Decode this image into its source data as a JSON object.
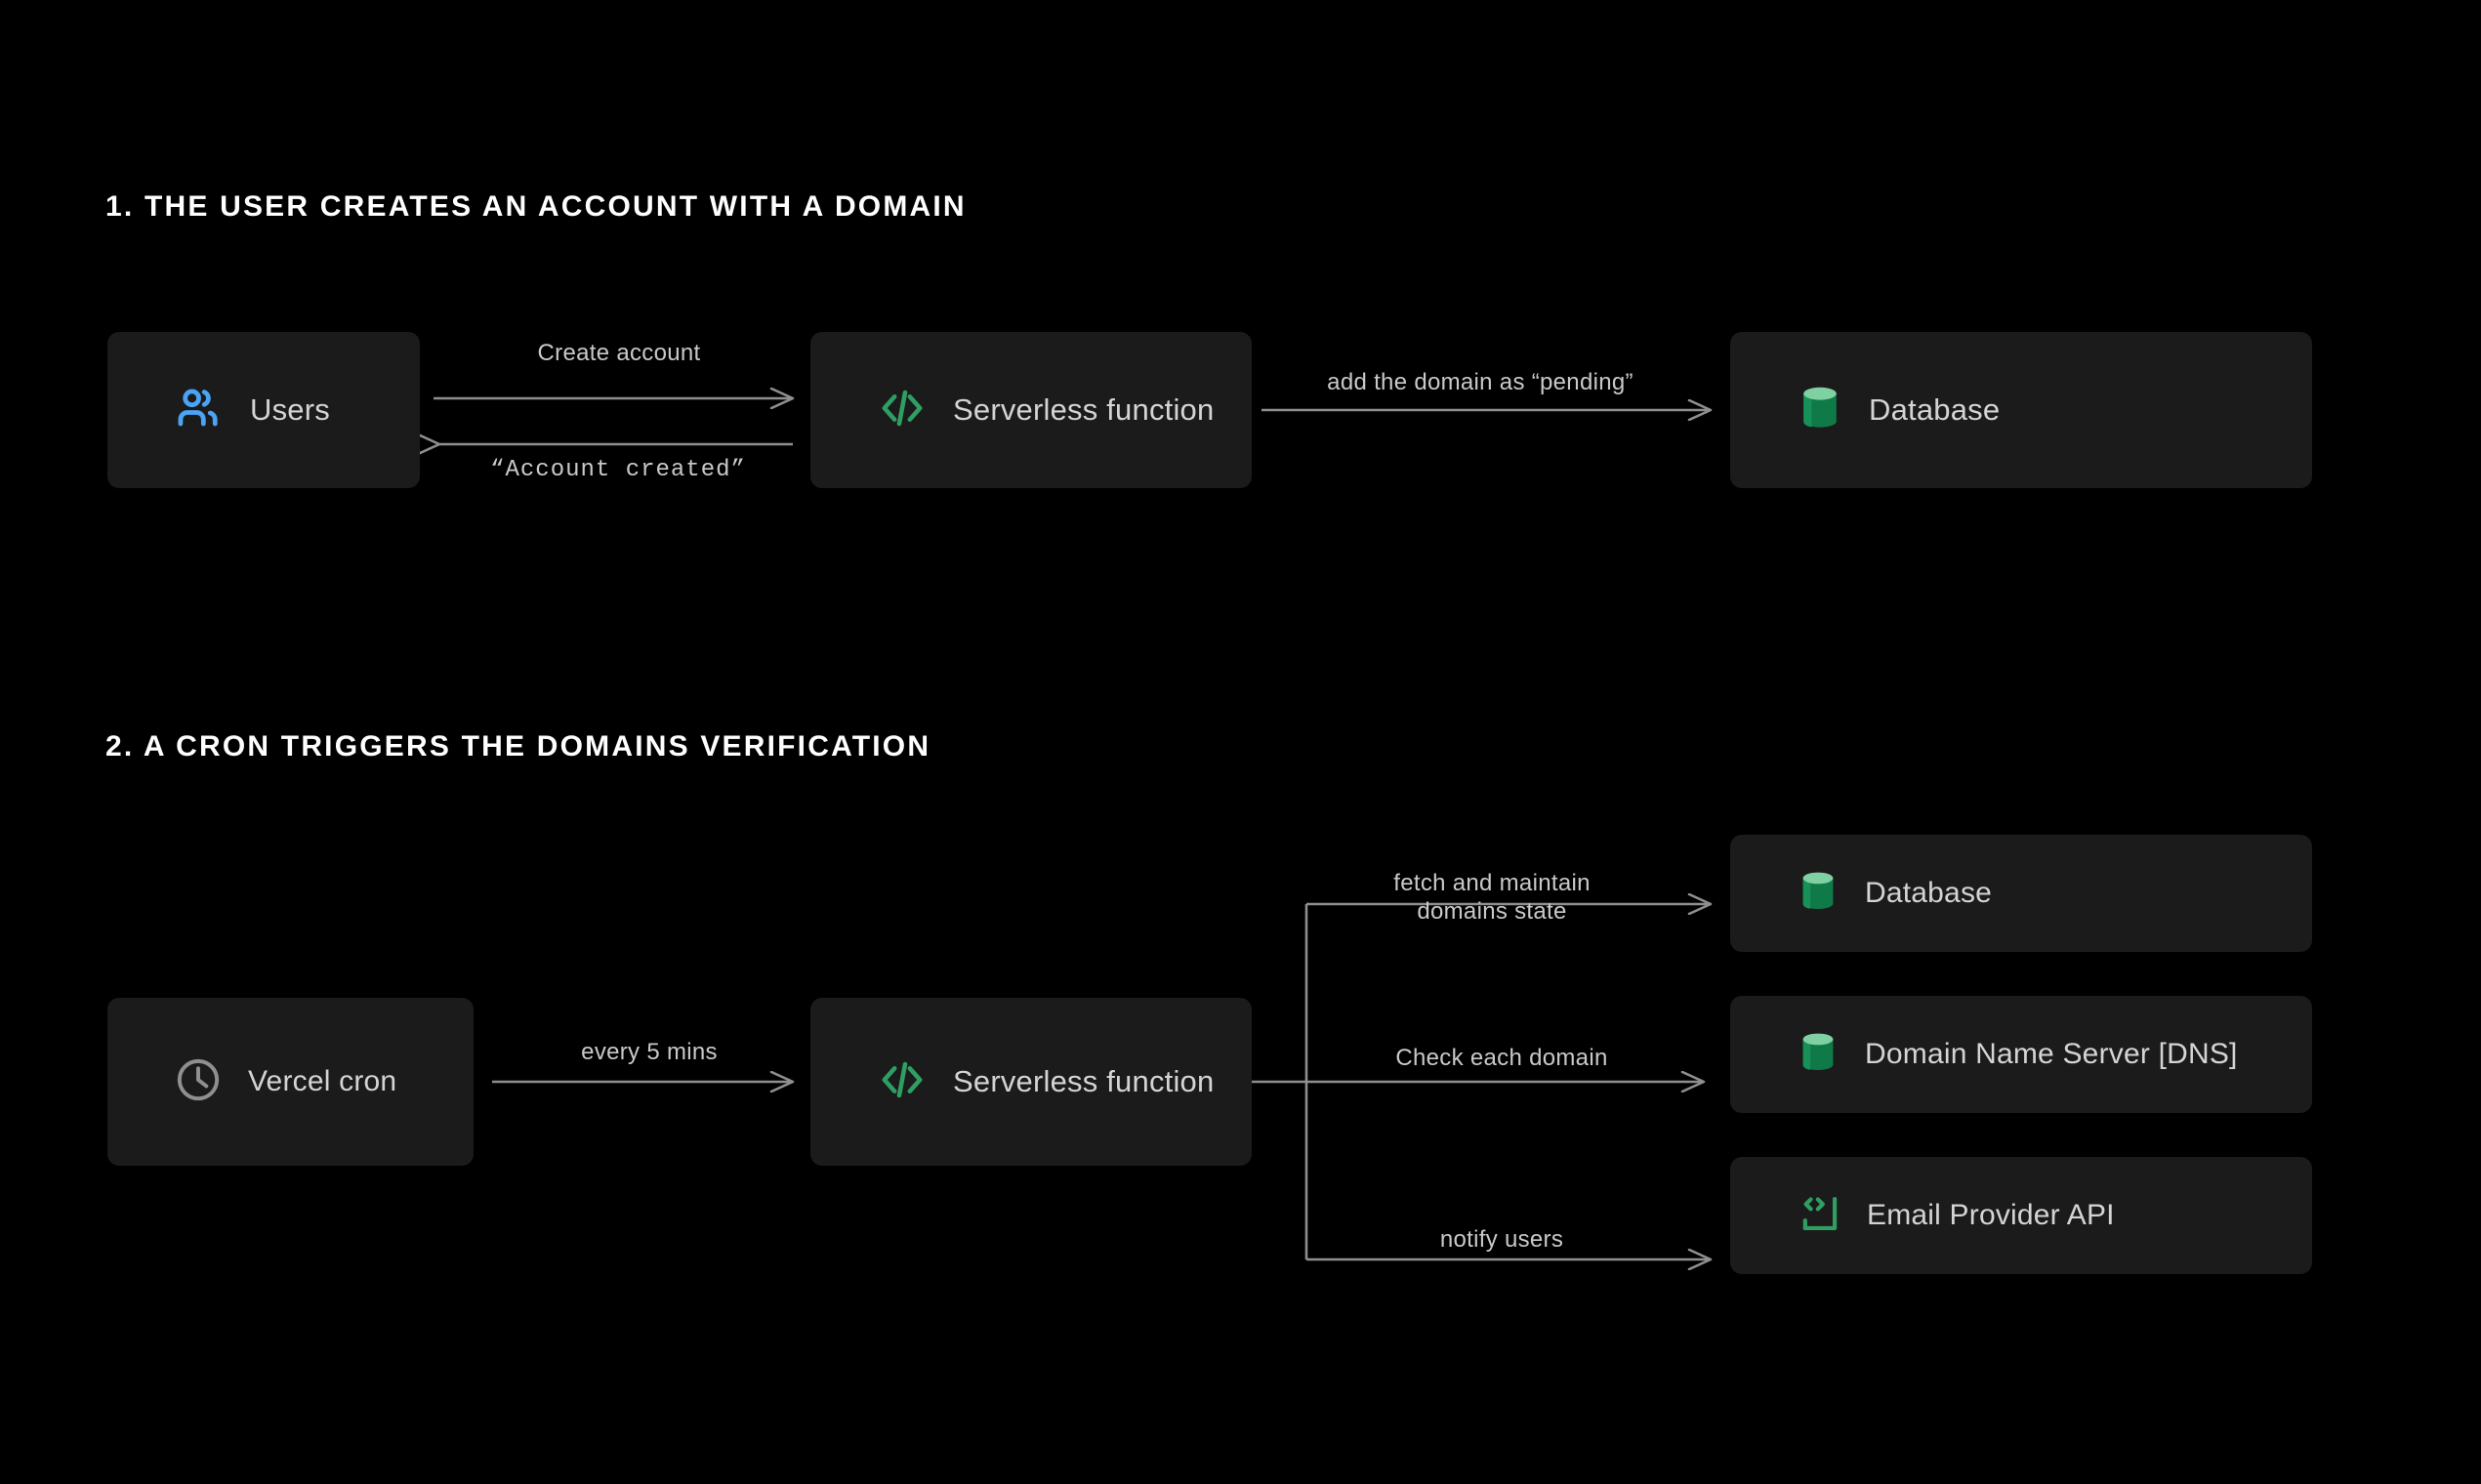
{
  "page": {
    "background": "#000000",
    "surface_color": "#1b1b1b",
    "line_color": "#8f8f8f",
    "label_color": "#c9c9c9",
    "heading_color": "#ffffff",
    "accent_green": "#2f9e63",
    "accent_green_light": "#7fd1a3",
    "accent_blue": "#4aa3f5"
  },
  "sections": [
    {
      "id": "section-1",
      "heading": "1. THE USER CREATES AN ACCOUNT WITH A DOMAIN",
      "nodes": [
        {
          "id": "users",
          "label": "Users",
          "icon": "users-icon"
        },
        {
          "id": "serverless-1",
          "label": "Serverless function",
          "icon": "code-icon"
        },
        {
          "id": "database-1",
          "label": "Database",
          "icon": "database-icon"
        }
      ],
      "edges": [
        {
          "id": "create-account",
          "label": "Create account",
          "from": "users",
          "to": "serverless-1",
          "direction": "right",
          "style": "sans"
        },
        {
          "id": "account-created",
          "label": "“Account created”",
          "from": "serverless-1",
          "to": "users",
          "direction": "left",
          "style": "mono"
        },
        {
          "id": "add-domain",
          "label": "add the domain as “pending”",
          "from": "serverless-1",
          "to": "database-1",
          "direction": "right",
          "style": "sans"
        }
      ]
    },
    {
      "id": "section-2",
      "heading": "2. A CRON TRIGGERS THE DOMAINS VERIFICATION",
      "nodes": [
        {
          "id": "cron",
          "label": "Vercel cron",
          "icon": "clock-icon"
        },
        {
          "id": "serverless-2",
          "label": "Serverless function",
          "icon": "code-icon"
        },
        {
          "id": "database-2",
          "label": "Database",
          "icon": "database-icon"
        },
        {
          "id": "dns",
          "label": "Domain Name Server  [DNS]",
          "icon": "database-icon"
        },
        {
          "id": "email",
          "label": "Email Provider API",
          "icon": "api-icon"
        }
      ],
      "edges": [
        {
          "id": "every-5-mins",
          "label": "every 5 mins",
          "from": "cron",
          "to": "serverless-2",
          "direction": "right",
          "style": "sans"
        },
        {
          "id": "fetch-maintain",
          "label": "fetch and maintain domains state",
          "from": "serverless-2",
          "to": "database-2",
          "direction": "right",
          "style": "sans"
        },
        {
          "id": "check-domain",
          "label": "Check each domain",
          "from": "serverless-2",
          "to": "dns",
          "direction": "right",
          "style": "sans"
        },
        {
          "id": "notify-users",
          "label": "notify users",
          "from": "serverless-2",
          "to": "email",
          "direction": "right",
          "style": "sans"
        }
      ]
    }
  ]
}
